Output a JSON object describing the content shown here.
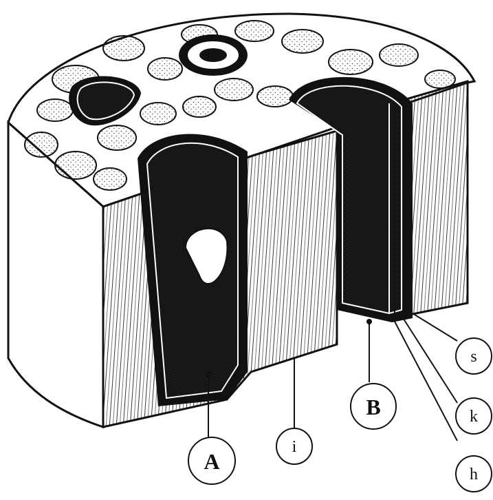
{
  "diagram": {
    "labels": {
      "A": "A",
      "B": "B",
      "i": "i",
      "s": "s",
      "k": "k",
      "h": "h"
    },
    "colors": {
      "ink": "#111111",
      "paper": "#ffffff",
      "stipple": "#555555"
    }
  }
}
